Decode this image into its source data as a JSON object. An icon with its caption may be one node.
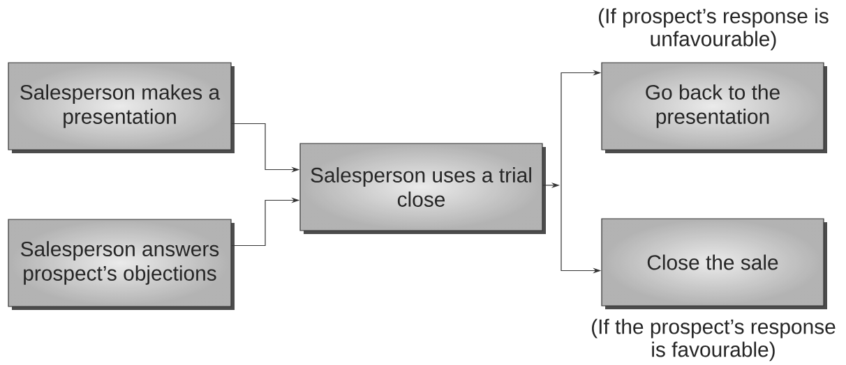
{
  "diagram": {
    "nodes": [
      {
        "text": [
          "Salesperson makes a presentation"
        ]
      },
      {
        "text": [
          "Salesperson answers prospect’s objections"
        ]
      },
      {
        "text": [
          "Salesperson uses a trial close"
        ]
      },
      {
        "text": [
          "(If prospect’s response is unfavourable)",
          "Go back to the presentation"
        ]
      },
      {
        "text": [
          "Close the sale",
          "(If the prospect’s response is favourable)"
        ]
      }
    ],
    "edges": [
      {
        "from": 0,
        "to": 2,
        "arrow": "to"
      },
      {
        "from": 1,
        "to": 2,
        "arrow": "to"
      },
      {
        "from": 2,
        "to": 3,
        "arrow": "to"
      },
      {
        "from": 2,
        "to": 4,
        "arrow": "to"
      }
    ]
  }
}
